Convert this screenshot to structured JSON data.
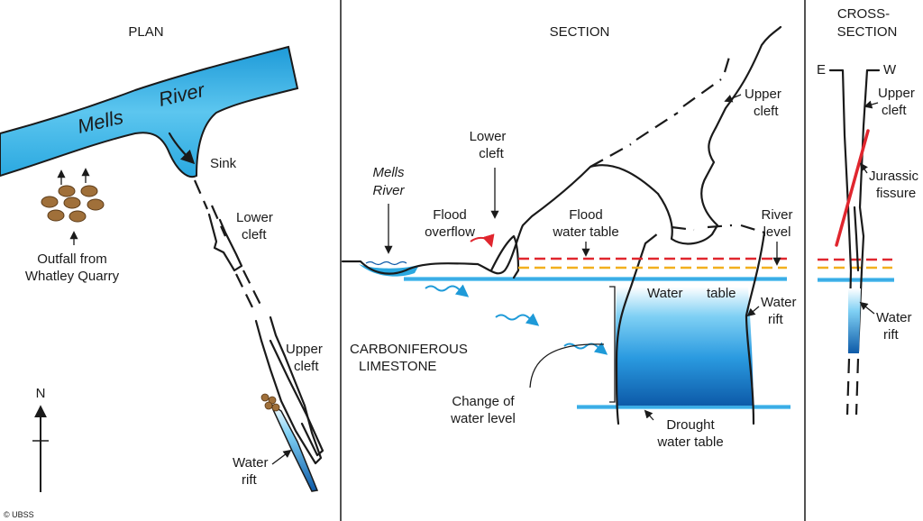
{
  "panels": {
    "plan": "PLAN",
    "section": "SECTION",
    "cross_section_1": "CROSS-",
    "cross_section_2": "SECTION"
  },
  "plan": {
    "river_word1": "Mells",
    "river_word2": "River",
    "sink": "Sink",
    "lower_cleft_1": "Lower",
    "lower_cleft_2": "cleft",
    "upper_cleft_1": "Upper",
    "upper_cleft_2": "cleft",
    "water_rift_1": "Water",
    "water_rift_2": "rift",
    "outfall_1": "Outfall from",
    "outfall_2": "Whatley Quarry",
    "north": "N"
  },
  "section": {
    "mells_river_1": "Mells",
    "mells_river_2": "River",
    "lower_cleft_1": "Lower",
    "lower_cleft_2": "cleft",
    "upper_cleft_1": "Upper",
    "upper_cleft_2": "cleft",
    "flood_overflow_1": "Flood",
    "flood_overflow_2": "overflow",
    "flood_wt_1": "Flood",
    "flood_wt_2": "water table",
    "river_level_1": "River",
    "river_level_2": "level",
    "water_table_a": "Water",
    "water_table_b": "table",
    "water_rift_1": "Water",
    "water_rift_2": "rift",
    "carboniferous": "CARBONIFEROUS",
    "limestone": "LIMESTONE",
    "change_1": "Change of",
    "change_2": "water level",
    "drought_1": "Drought",
    "drought_2": "water table"
  },
  "cross": {
    "east": "E",
    "west": "W",
    "upper_cleft_1": "Upper",
    "upper_cleft_2": "cleft",
    "jurassic_1": "Jurassic",
    "jurassic_2": "fissure",
    "water_rift_1": "Water",
    "water_rift_2": "rift"
  },
  "copyright": "© UBSS",
  "colors": {
    "water_light": "#2aa8e0",
    "water_dark": "#0d5aa8",
    "flood_line": "#e0262e",
    "river_line": "#f2b01e",
    "fissure": "#e0262e",
    "pebble": "#a0703a"
  }
}
